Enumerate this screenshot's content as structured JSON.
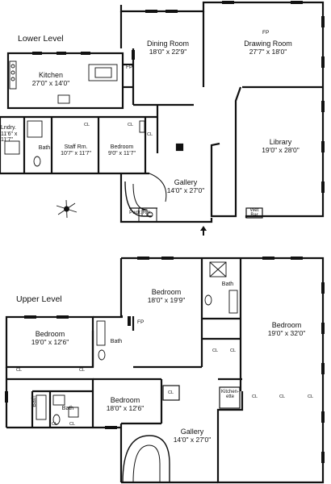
{
  "levels": {
    "lower": "Lower Level",
    "upper": "Upper Level"
  },
  "rooms": {
    "dining_room": {
      "name": "Dining Room",
      "dim": "18'0\" x 22'9\""
    },
    "drawing_room": {
      "name": "Drawing Room",
      "dim": "27'7\" x 18'0\""
    },
    "kitchen": {
      "name": "Kitchen",
      "dim": "27'0\" x 14'0\""
    },
    "laundry": {
      "name": "Lndry.",
      "dim": "11'6\" x",
      "dim2": "11'7\""
    },
    "lower_bath": {
      "name": "Bath"
    },
    "staff_room": {
      "name": "Staff Rm.",
      "dim": "10'7\" x 11'7\""
    },
    "lower_bedroom": {
      "name": "Bedroom",
      "dim": "9'0\" x 11'7\""
    },
    "library": {
      "name": "Library",
      "dim": "19'0\" x 28'0\""
    },
    "lower_gallery": {
      "name": "Gallery",
      "dim": "14'0\" x 27'0\""
    },
    "powder_room": {
      "name": "Pwdr. Rm."
    },
    "wet_bar": {
      "name": "Wet",
      "name2": "Bar"
    },
    "upper_bedroom_center": {
      "name": "Bedroom",
      "dim": "18'0\" x 19'9\""
    },
    "upper_bath_center": {
      "name": "Bath"
    },
    "upper_bedroom_master": {
      "name": "Bedroom",
      "dim": "19'0\" x 32'0\""
    },
    "upper_bedroom_left": {
      "name": "Bedroom",
      "dim": "19'0\" x 12'6\""
    },
    "upper_bath_left": {
      "name": "Bath"
    },
    "upper_bedroom_lower": {
      "name": "Bedroom",
      "dim": "18'0\" x 12'6\""
    },
    "upper_bath_lower_1": {
      "name": "Bath"
    },
    "upper_bath_lower_2": {
      "name": "Bath"
    },
    "kitchenette": {
      "name": "Kitchen-",
      "name2": "ette"
    },
    "upper_gallery": {
      "name": "Gallery",
      "dim": "14'0\" x 27'0\""
    }
  },
  "marks": {
    "fireplace": "FP",
    "closet": "CL"
  }
}
